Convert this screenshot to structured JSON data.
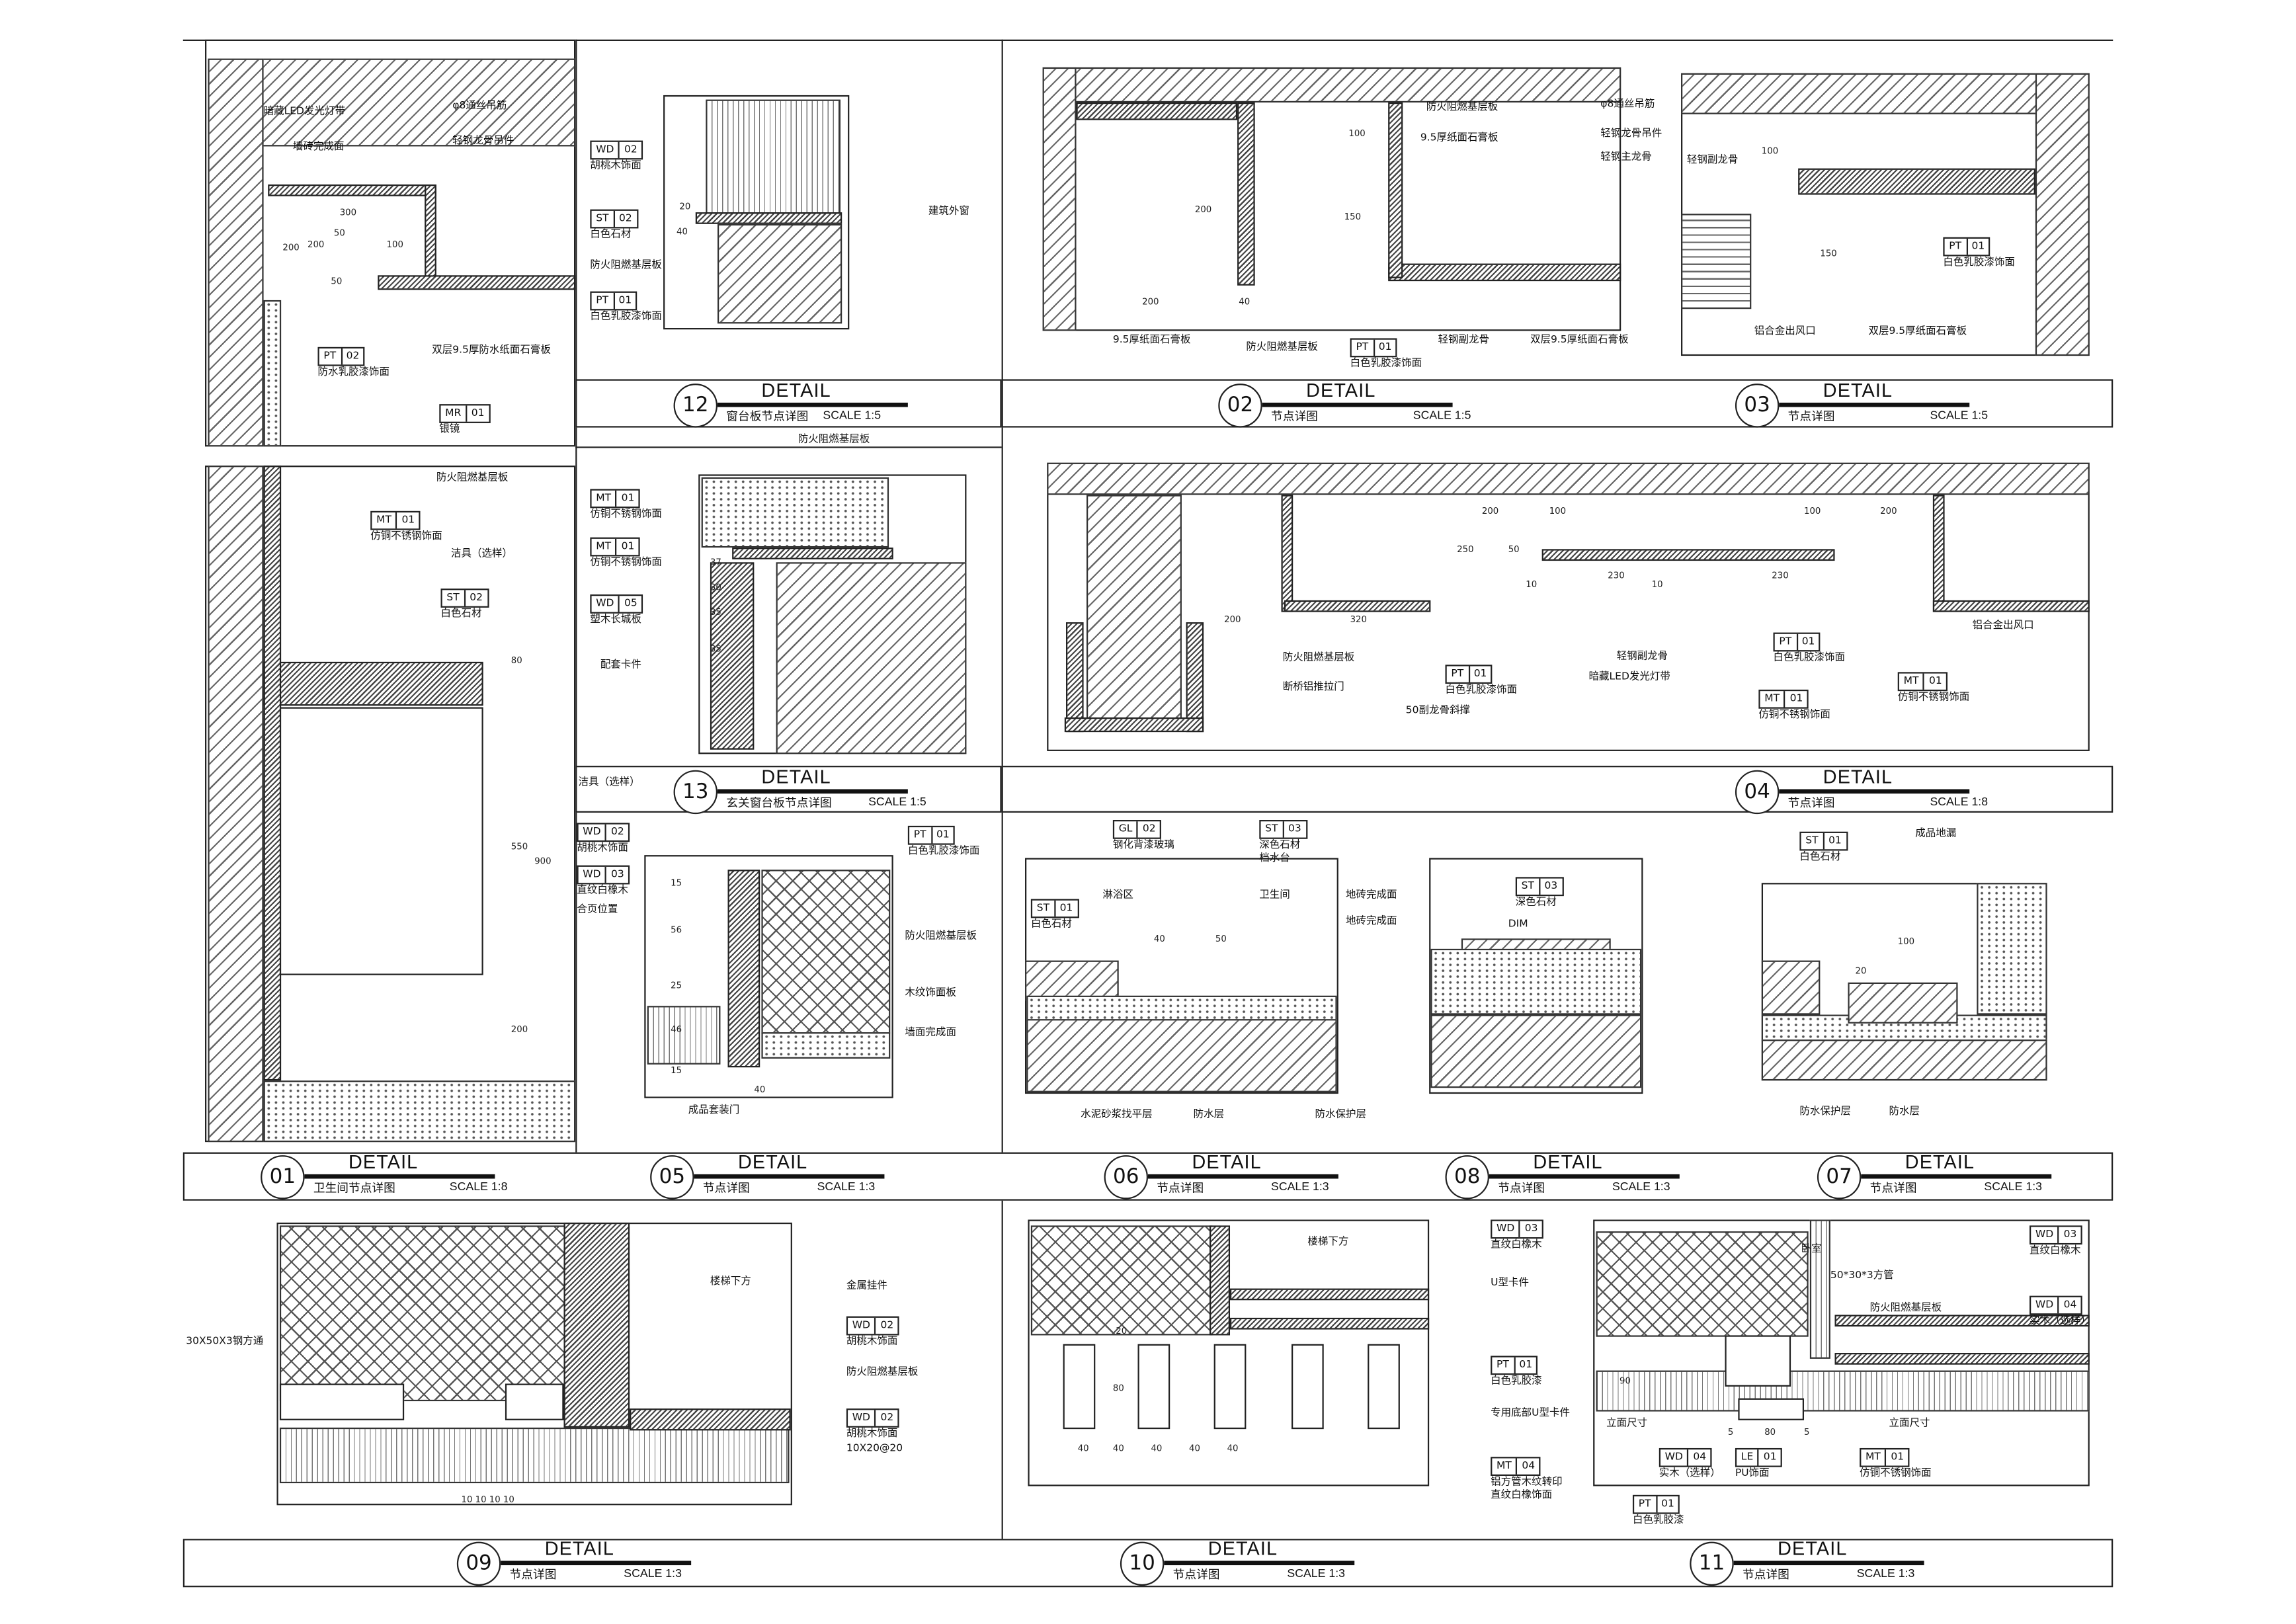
{
  "titles": [
    {
      "num": "12",
      "heading": "DETAIL",
      "subtitle": "窗台板节点详图",
      "scale": "SCALE 1:5"
    },
    {
      "num": "02",
      "heading": "DETAIL",
      "subtitle": "节点详图",
      "scale": "SCALE 1:5"
    },
    {
      "num": "03",
      "heading": "DETAIL",
      "subtitle": "节点详图",
      "scale": "SCALE 1:5"
    },
    {
      "num": "13",
      "heading": "DETAIL",
      "subtitle": "玄关窗台板节点详图",
      "scale": "SCALE 1:5"
    },
    {
      "num": "04",
      "heading": "DETAIL",
      "subtitle": "节点详图",
      "scale": "SCALE 1:8"
    },
    {
      "num": "01",
      "heading": "DETAIL",
      "subtitle": "卫生间节点详图",
      "scale": "SCALE 1:8"
    },
    {
      "num": "05",
      "heading": "DETAIL",
      "subtitle": "节点详图",
      "scale": "SCALE 1:3"
    },
    {
      "num": "06",
      "heading": "DETAIL",
      "subtitle": "节点详图",
      "scale": "SCALE 1:3"
    },
    {
      "num": "08",
      "heading": "DETAIL",
      "subtitle": "节点详图",
      "scale": "SCALE 1:3"
    },
    {
      "num": "07",
      "heading": "DETAIL",
      "subtitle": "节点详图",
      "scale": "SCALE 1:3"
    },
    {
      "num": "09",
      "heading": "DETAIL",
      "subtitle": "节点详图",
      "scale": "SCALE 1:3"
    },
    {
      "num": "10",
      "heading": "DETAIL",
      "subtitle": "节点详图",
      "scale": "SCALE 1:3"
    },
    {
      "num": "11",
      "heading": "DETAIL",
      "subtitle": "节点详图",
      "scale": "SCALE 1:3"
    }
  ],
  "notes": [
    "暗藏LED发光灯带",
    "φ8通丝吊筋",
    "墙砖完成面",
    "轻钢龙骨吊件",
    "双层9.5厚防水纸面石膏板",
    "建筑外窗",
    "防火阻燃基层板",
    "防火阻燃基层板",
    "9.5厚纸面石膏板",
    "φ8通丝吊筋",
    "轻钢龙骨吊件",
    "轻钢主龙骨",
    "9.5厚纸面石膏板",
    "防火阻燃基层板",
    "轻钢副龙骨",
    "双层9.5厚纸面石膏板",
    "轻钢副龙骨",
    "铝合金出风口",
    "双层9.5厚纸面石膏板",
    "防火阻燃基层板",
    "配套卡件",
    "防火阻燃基层板",
    "断桥铝推拉门",
    "50副龙骨斜撑",
    "轻钢副龙骨",
    "暗藏LED发光灯带",
    "铝合金出风口",
    "防火阻燃基层板",
    "洁具（选样）",
    "洁具（选样）",
    "合页位置",
    "防火阻燃基层板",
    "木纹饰面板",
    "墙面完成面",
    "成品套装门",
    "淋浴区",
    "卫生间",
    "地砖完成面",
    "地砖完成面",
    "水泥砂浆找平层",
    "防水层",
    "防水保护层",
    "DIM",
    "成品地漏",
    "防水保护层",
    "防水层",
    "楼梯下方",
    "金属挂件",
    "30X50X3钢方通",
    "防火阻燃基层板",
    "10X20@20",
    "楼梯下方",
    "U型卡件",
    "专用底部U型卡件",
    "卧室",
    "50*30*3方管",
    "防火阻燃基层板",
    "立面尺寸",
    "立面尺寸"
  ],
  "tags": [
    {
      "code": "PT",
      "num": "02",
      "desc": "防水乳胶漆饰面"
    },
    {
      "code": "MR",
      "num": "01",
      "desc": "银镜"
    },
    {
      "code": "WD",
      "num": "02",
      "desc": "胡桃木饰面"
    },
    {
      "code": "ST",
      "num": "02",
      "desc": "白色石材"
    },
    {
      "code": "PT",
      "num": "01",
      "desc": "白色乳胶漆饰面"
    },
    {
      "code": "PT",
      "num": "01",
      "desc": "白色乳胶漆饰面"
    },
    {
      "code": "PT",
      "num": "01",
      "desc": "白色乳胶漆饰面"
    },
    {
      "code": "MT",
      "num": "01",
      "desc": "仿铜不锈钢饰面"
    },
    {
      "code": "MT",
      "num": "01",
      "desc": "仿铜不锈钢饰面"
    },
    {
      "code": "WD",
      "num": "05",
      "desc": "塑木长城板"
    },
    {
      "code": "PT",
      "num": "01",
      "desc": "白色乳胶漆饰面"
    },
    {
      "code": "PT",
      "num": "01",
      "desc": "白色乳胶漆饰面"
    },
    {
      "code": "MT",
      "num": "01",
      "desc": "仿铜不锈钢饰面"
    },
    {
      "code": "MT",
      "num": "01",
      "desc": "仿铜不锈钢饰面"
    },
    {
      "code": "MT",
      "num": "01",
      "desc": "仿铜不锈钢饰面"
    },
    {
      "code": "ST",
      "num": "02",
      "desc": "白色石材"
    },
    {
      "code": "WD",
      "num": "02",
      "desc": "胡桃木饰面"
    },
    {
      "code": "WD",
      "num": "03",
      "desc": "直纹白橡木"
    },
    {
      "code": "PT",
      "num": "01",
      "desc": "白色乳胶漆饰面"
    },
    {
      "code": "GL",
      "num": "02",
      "desc": "钢化背漆玻璃"
    },
    {
      "code": "ST",
      "num": "03",
      "desc": "深色石材",
      "desc2": "档水台"
    },
    {
      "code": "ST",
      "num": "01",
      "desc": "白色石材"
    },
    {
      "code": "ST",
      "num": "03",
      "desc": "深色石材"
    },
    {
      "code": "ST",
      "num": "01",
      "desc": "白色石材"
    },
    {
      "code": "WD",
      "num": "02",
      "desc": "胡桃木饰面"
    },
    {
      "code": "WD",
      "num": "02",
      "desc": "胡桃木饰面"
    },
    {
      "code": "WD",
      "num": "03",
      "desc": "直纹白橡木"
    },
    {
      "code": "PT",
      "num": "01",
      "desc": "白色乳胶漆"
    },
    {
      "code": "MT",
      "num": "04",
      "desc": "铝方管木纹转印",
      "desc2": "直纹白橡饰面"
    },
    {
      "code": "WD",
      "num": "03",
      "desc": "直纹白橡木"
    },
    {
      "code": "WD",
      "num": "04",
      "desc": "实木（选样）"
    },
    {
      "code": "WD",
      "num": "04",
      "desc": "实木（选样）"
    },
    {
      "code": "LE",
      "num": "01",
      "desc": "PU饰面"
    },
    {
      "code": "MT",
      "num": "01",
      "desc": "仿铜不锈钢饰面"
    },
    {
      "code": "PT",
      "num": "01",
      "desc": "白色乳胶漆"
    }
  ],
  "dims": [
    "300",
    "200",
    "50",
    "100",
    "50",
    "200",
    "20",
    "40",
    "200",
    "40",
    "100",
    "150",
    "200",
    "100",
    "150",
    "37",
    "30",
    "35",
    "35",
    "200",
    "100",
    "100",
    "200",
    "50",
    "250",
    "320",
    "200",
    "230",
    "230",
    "10",
    "10",
    "80",
    "550",
    "900",
    "200",
    "15",
    "56",
    "25",
    "46",
    "15",
    "40",
    "40",
    "50",
    "100",
    "20",
    "10 10 10 10",
    "20",
    "80",
    "40",
    "40",
    "40",
    "40",
    "40",
    "5",
    "80",
    "5",
    "90"
  ]
}
